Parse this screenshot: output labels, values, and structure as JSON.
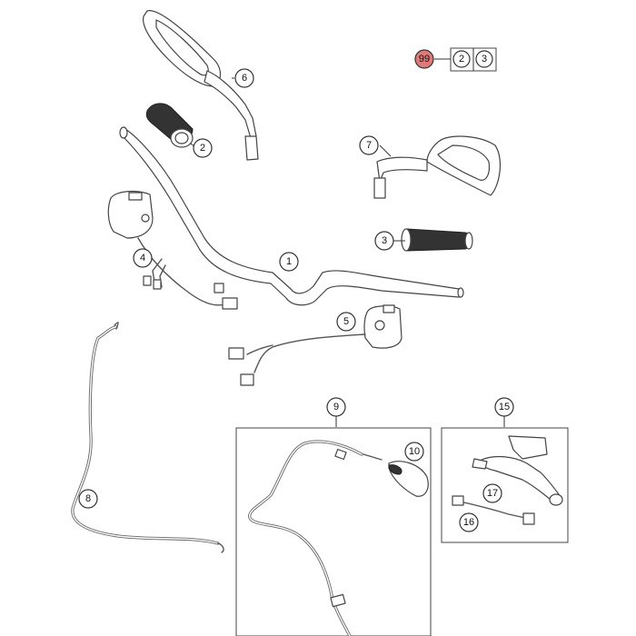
{
  "callouts": {
    "c1": "1",
    "c2": "2",
    "c3": "3",
    "c4": "4",
    "c5": "5",
    "c6": "6",
    "c7": "7",
    "c8": "8",
    "c9": "9",
    "c10": "10",
    "c15": "15",
    "c16": "16",
    "c17": "17"
  },
  "kit": {
    "main": "99",
    "items": [
      "2",
      "3"
    ]
  },
  "colors": {
    "kit_highlight": "#e07a7a",
    "line": "#444444"
  }
}
